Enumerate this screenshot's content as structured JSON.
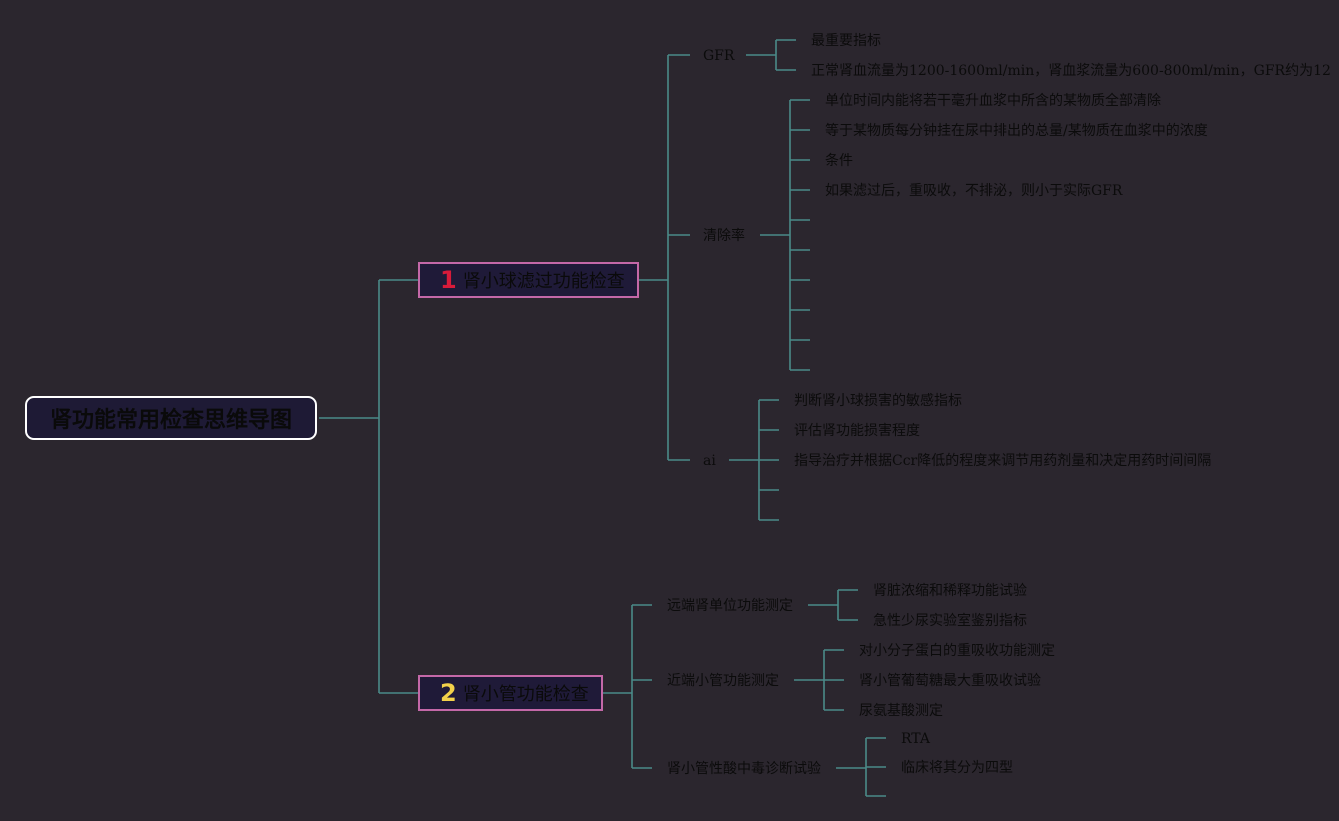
{
  "root": {
    "label": "肾功能常用检查思维导图"
  },
  "branches": [
    {
      "number": "1",
      "number_color": "#d81b3a",
      "label": "肾小球滤过功能检查"
    },
    {
      "number": "2",
      "number_color": "#f2d14a",
      "label": "肾小管功能检查"
    }
  ],
  "nodes": {
    "gfr": "GFR",
    "gfr_1": "最重要指标",
    "gfr_2": "正常肾血流量为1200-1600ml/min，肾血浆流量为600-800ml/min，GFR约为12",
    "clear": "清除率",
    "clear_1": "单位时间内能将若干毫升血浆中所含的某物质全部清除",
    "clear_2": "等于某物质每分钟挂在尿中排出的总量/某物质在血浆中的浓度",
    "clear_3": "条件",
    "clear_4": "如果滤过后，重吸收，不排泌，则小于实际GFR",
    "ai": "ai",
    "ai_1": "判断肾小球损害的敏感指标",
    "ai_2": "评估肾功能损害程度",
    "ai_3": "指导治疗并根据Ccr降低的程度来调节用药剂量和决定用药时间间隔",
    "distal": "远端肾单位功能测定",
    "distal_1": "肾脏浓缩和稀释功能试验",
    "distal_2": "急性少尿实验室鉴别指标",
    "proximal": "近端小管功能测定",
    "proximal_1": "对小分子蛋白的重吸收功能测定",
    "proximal_2": "肾小管葡萄糖最大重吸收试验",
    "proximal_3": "尿氨基酸测定",
    "acid": "肾小管性酸中毒诊断试验",
    "acid_1": "RTA",
    "acid_2": "临床将其分为四型"
  },
  "colors": {
    "background": "#2b262e",
    "connector": "#4a8a88",
    "branch_border": "#c468a8",
    "root_border": "#ffffff"
  }
}
